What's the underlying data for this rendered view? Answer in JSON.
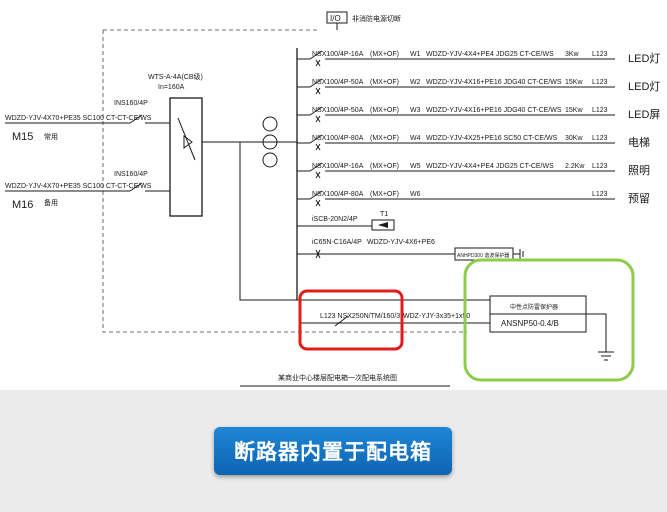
{
  "diagram": {
    "io_label": "I/O",
    "io_note": "非消防电源切断",
    "title": "某商业中心楼层配电箱一次配电系统图",
    "caption": "断路器内置于配电箱",
    "main_switch": {
      "label1": "WTS-A-4A(CB级)",
      "label2": "In=160A"
    },
    "incomers": [
      {
        "breaker": "INS160/4P",
        "cable": "WDZD-YJV-4X70+PE35 SC100 CT-CT-CE/WS",
        "name": "M15",
        "note": "常用"
      },
      {
        "breaker": "INS160/4P",
        "cable": "WDZD-YJV-4X70+PE35 SC100 CT-CT-CE/WS",
        "name": "M16",
        "note": "备用"
      }
    ],
    "circuits": [
      {
        "breaker": "NSX100/4P-16A",
        "opt": "(MX+OF)",
        "id": "W1",
        "cable": "WDZD-YJV-4X4+PE4 JDG25 CT-CE/WS",
        "power": "3Kw",
        "phase": "L123",
        "load": "LED灯"
      },
      {
        "breaker": "NSX100/4P-50A",
        "opt": "(MX+OF)",
        "id": "W2",
        "cable": "WDZD-YJV-4X16+PE16 JDG40 CT-CE/WS",
        "power": "15Kw",
        "phase": "L123",
        "load": "LED灯"
      },
      {
        "breaker": "NSX100/4P-50A",
        "opt": "(MX+OF)",
        "id": "W3",
        "cable": "WDZD-YJV-4X16+PE16 JDG40 CT-CE/WS",
        "power": "15Kw",
        "phase": "L123",
        "load": "LED屏"
      },
      {
        "breaker": "NSX100/4P-80A",
        "opt": "(MX+OF)",
        "id": "W4",
        "cable": "WDZD-YJV-4X25+PE16 SC50 CT-CE/WS",
        "power": "30Kw",
        "phase": "L123",
        "load": "电梯"
      },
      {
        "breaker": "NSX100/4P-16A",
        "opt": "(MX+OF)",
        "id": "W5",
        "cable": "WDZD-YJV-4X4+PE4 JDG25 CT-CE/WS",
        "power": "2.2Kw",
        "phase": "L123",
        "load": "照明"
      },
      {
        "breaker": "NSX100/4P-80A",
        "opt": "(MX+OF)",
        "id": "W6",
        "cable": "",
        "power": "",
        "phase": "L123",
        "load": "预留"
      }
    ],
    "extra": {
      "iscb": "iSCB-20N2/4P",
      "t1": "T1",
      "ic65": "iC65N-C16A/4P",
      "ic65_cable": "WDZD-YJV-4X6+PE6",
      "anhp": "ANHPD300 谐波保护器",
      "spd_breaker": "L123  NSX250N/TM/160/3",
      "spd_cable": "WDZ-YJY-3x35+1x50",
      "spd_title": "中性点防雷保护器",
      "spd_model": "ANSNP50-0.4/B"
    },
    "colors": {
      "red_box": "#e21b1b",
      "green_box": "#8ccc4a",
      "caption_bg": "#1574c6"
    }
  }
}
